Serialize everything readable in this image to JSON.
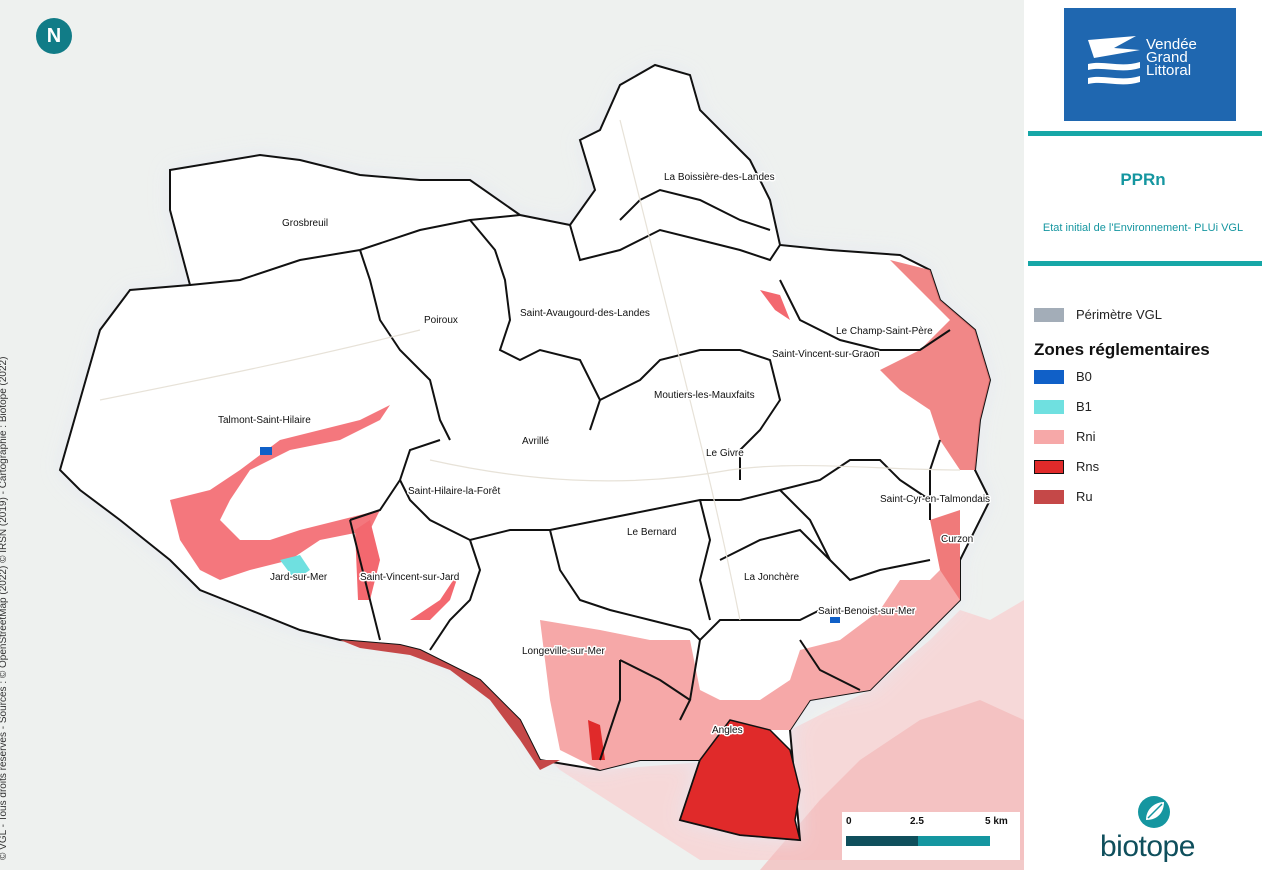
{
  "title": "PPRn",
  "subtitle": "Etat initial de l'Environnement- PLUi VGL",
  "logo_text": [
    "Vendée",
    "Grand",
    "Littoral"
  ],
  "logo_brand": "biotope",
  "north_symbol": "N",
  "copyright": "© VGL - Tous droits réservés - Sources : © OpenStreetMap (2022) © IRSN (2019) - Cartographie : Biotope (2022)",
  "legend": {
    "perimeter_label": "Périmètre VGL",
    "zones_title": "Zones réglementaires",
    "items": [
      {
        "label": "B0",
        "color": "#1060c8"
      },
      {
        "label": "B1",
        "color": "#6fe0e0"
      },
      {
        "label": "Rni",
        "color": "#f6a8a8"
      },
      {
        "label": "Rns",
        "color": "#e02a2a"
      },
      {
        "label": "Ru",
        "color": "#c54848"
      }
    ],
    "perimeter_color": "#a3adb8"
  },
  "scalebar": {
    "labels": [
      "0",
      "2.5",
      "5 km"
    ],
    "colors": [
      "#0f4f5c",
      "#1596a0"
    ]
  },
  "communes": [
    "Grosbreuil",
    "La Boissière-des-Landes",
    "Poiroux",
    "Saint-Avaugourd-des-Landes",
    "Le Champ-Saint-Père",
    "Saint-Vincent-sur-Graon",
    "Moutiers-les-Mauxfaits",
    "Talmont-Saint-Hilaire",
    "Avrillé",
    "Le Givre",
    "Saint-Hilaire-la-Forêt",
    "Saint-Cyr-en-Talmondais",
    "Le Bernard",
    "Curzon",
    "Jard-sur-Mer",
    "Saint-Vincent-sur-Jard",
    "La Jonchère",
    "Saint-Benoist-sur-Mer",
    "Longeville-sur-Mer",
    "Angles"
  ]
}
